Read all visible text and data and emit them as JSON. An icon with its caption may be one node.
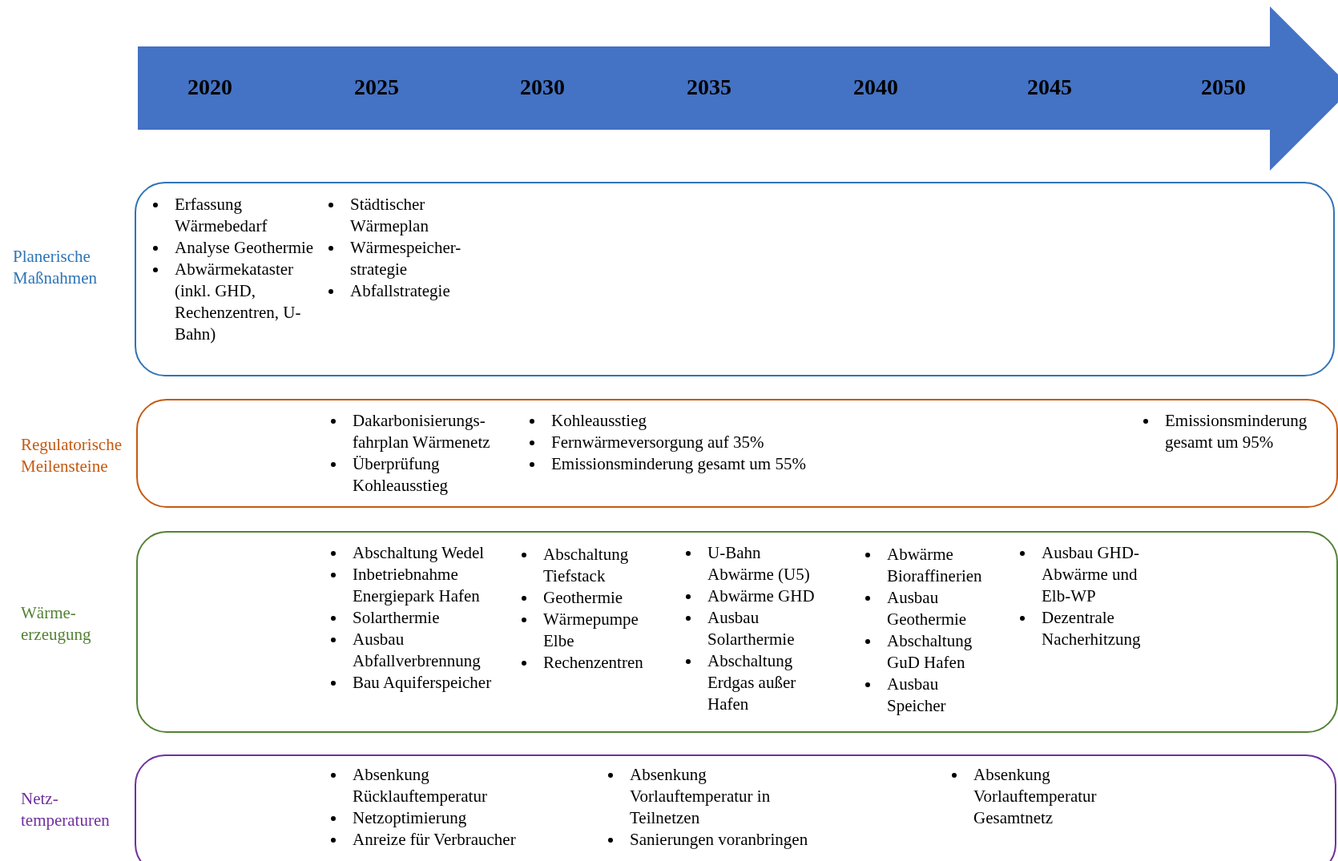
{
  "diagram": {
    "nodes": [
      {
        "text": [
          "2020",
          "2025",
          "2030",
          "2035",
          "2040",
          "2045",
          "2050"
        ]
      },
      {
        "text": [
          "Erfassung Wärmebedarf",
          "Analyse Geothermie",
          "Abwärmekataster (inkl. GHD, Rechenzentren, U-Bahn)",
          "Städtischer Wärmeplan",
          "Wärmespeicher-strategie",
          "Abfallstrategie"
        ],
        "beside": [
          "Planerische Maßnahmen"
        ]
      },
      {
        "text": [
          "Dakarbonisierungs-fahrplan Wärmenetz",
          "Überprüfung Kohleausstieg",
          "Kohleausstieg",
          "Fernwärmeversorgung auf 35%",
          "Emissionsminderung gesamt um 55%",
          "Emissionsminderung gesamt um 95%"
        ],
        "beside": [
          "Regulatorische Meilensteine"
        ]
      },
      {
        "text": [
          "Abschaltung Wedel",
          "Inbetriebnahme Energiepark Hafen",
          "Solarthermie",
          "Ausbau Abfallverbrennung",
          "Bau Aquiferspeicher",
          "Abschaltung Tiefstack",
          "Geothermie",
          "Wärmepumpe Elbe",
          "Rechenzentren",
          "U-Bahn Abwärme (U5)",
          "Abwärme GHD",
          "Ausbau Solarthermie",
          "Abschaltung Erdgas außer Hafen",
          "Abwärme Bioraffinerien",
          "Ausbau Geothermie",
          "Abschaltung GuD Hafen",
          "Ausbau Speicher",
          "Ausbau GHD-Abwärme und Elb-WP",
          "Dezentrale Nacherhitzung"
        ],
        "beside": [
          "Wärme-erzeugung"
        ]
      },
      {
        "text": [
          "Absenkung Rücklauftemperatur",
          "Netzoptimierung",
          "Anreize für Verbraucher",
          "Absenkung Vorlauftemperatur in Teilnetzen",
          "Sanierungen voranbringen",
          "Absenkung Vorlauftemperatur Gesamtnetz"
        ],
        "beside": [
          "Netz-temperaturen"
        ]
      }
    ]
  }
}
